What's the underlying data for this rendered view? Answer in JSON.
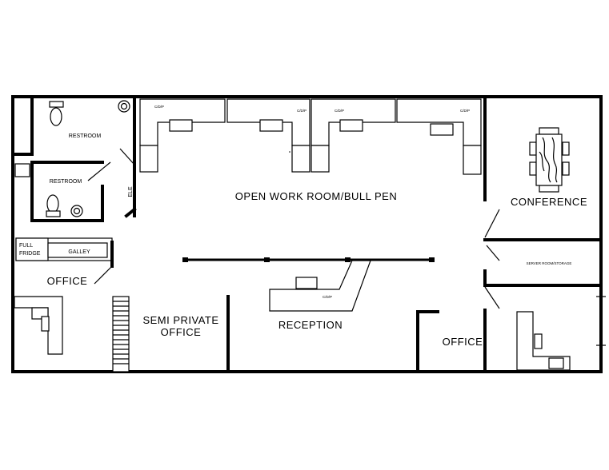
{
  "labels": {
    "open_work_room": "OPEN WORK ROOM/BULL PEN",
    "conference": "CONFERENCE",
    "server_room": "SERVER ROOM/STORAGE",
    "restroom_1": "RESTROOM",
    "restroom_2": "RESTROOM",
    "ele": "ELE",
    "full_fridge_1": "FULL",
    "full_fridge_2": "FRIDGE",
    "galley": "GALLEY",
    "office_left": "OFFICE",
    "semi_private_1": "SEMI PRIVATE",
    "semi_private_2": "OFFICE",
    "reception": "RECEPTION",
    "office_right": "OFFICE",
    "cdp_1": "C/D/P",
    "cdp_2": "C/D/P",
    "cdp_3": "C/D/P",
    "cdp_4": "C/D/P",
    "cdp_5": "C/D/P"
  }
}
